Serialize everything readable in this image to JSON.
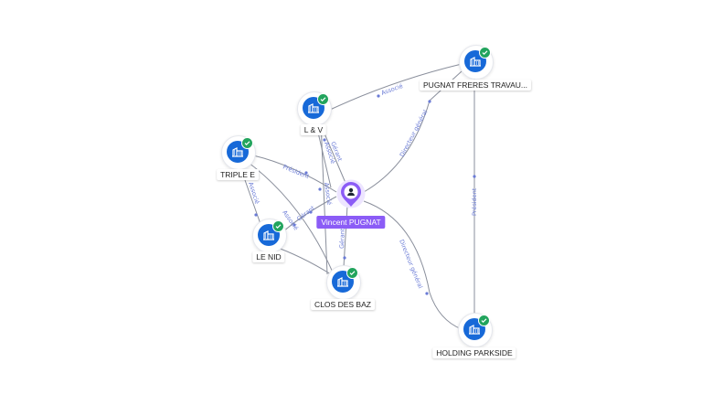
{
  "person": {
    "name": "Vincent PUGNAT",
    "icon": "person-icon"
  },
  "companies": [
    {
      "id": "pugnat",
      "name": "PUGNAT FRERES TRAVAU...",
      "icon": "building-icon",
      "verified": true
    },
    {
      "id": "lv",
      "name": "L & V",
      "icon": "building-icon",
      "verified": true
    },
    {
      "id": "triple",
      "name": "TRIPLE E",
      "icon": "building-icon",
      "verified": true
    },
    {
      "id": "lenid",
      "name": "LE NID",
      "icon": "building-icon",
      "verified": true
    },
    {
      "id": "clos",
      "name": "CLOS DES BAZ",
      "icon": "building-icon",
      "verified": true
    },
    {
      "id": "holding",
      "name": "HOLDING PARKSIDE",
      "icon": "building-icon",
      "verified": true
    }
  ],
  "relations": [
    {
      "label": "Associé"
    },
    {
      "label": "Directeur général"
    },
    {
      "label": "Président"
    },
    {
      "label": "Directeur général"
    },
    {
      "label": "Gérant"
    },
    {
      "label": "Associé"
    },
    {
      "label": "Associé"
    },
    {
      "label": "Président"
    },
    {
      "label": "Associé"
    },
    {
      "label": "Gérant"
    },
    {
      "label": "Gérant"
    },
    {
      "label": "Associé"
    }
  ],
  "colors": {
    "company": "#1769d8",
    "verified": "#22a45d",
    "person": "#8b5cf6",
    "relation_label": "#6a7bd6"
  }
}
